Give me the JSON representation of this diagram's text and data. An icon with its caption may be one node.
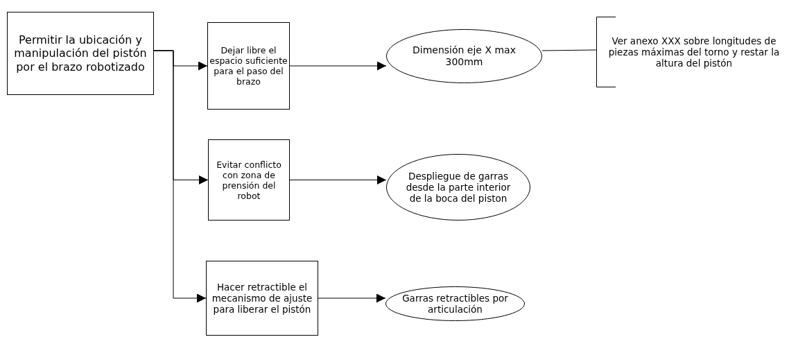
{
  "diagram": {
    "nodes": [
      {
        "text": [
          "Permitir la ubicación y manipulación del pistón por el brazo robotizado"
        ]
      },
      {
        "text": [
          "Dejar libre el espacio suficiente para el paso del brazo"
        ]
      },
      {
        "text": [
          "Dimensión eje X max 300mm"
        ]
      },
      {
        "text": [
          "Ver anexo XXX sobre longitudes de piezas máximas del torno y restar la altura del pistón"
        ]
      },
      {
        "text": [
          "Evitar conflicto con zona de prensión del robot"
        ]
      },
      {
        "text": [
          "Despliegue de garras desde la parte interior de la boca del piston"
        ]
      },
      {
        "text": [
          "Hacer retractible el mecanismo de ajuste para liberar el pistón"
        ]
      },
      {
        "text": [
          "Garras retractibles por articulación"
        ]
      }
    ],
    "edges": [
      {
        "from": 0,
        "to": 1,
        "arrow": "to"
      },
      {
        "from": 0,
        "to": 4,
        "arrow": "to"
      },
      {
        "from": 0,
        "to": 6,
        "arrow": "to"
      },
      {
        "from": 1,
        "to": 2,
        "arrow": "to"
      },
      {
        "from": 2,
        "to": 3,
        "arrow": "none"
      },
      {
        "from": 4,
        "to": 5,
        "arrow": "to"
      },
      {
        "from": 6,
        "to": 7,
        "arrow": "to"
      }
    ]
  }
}
